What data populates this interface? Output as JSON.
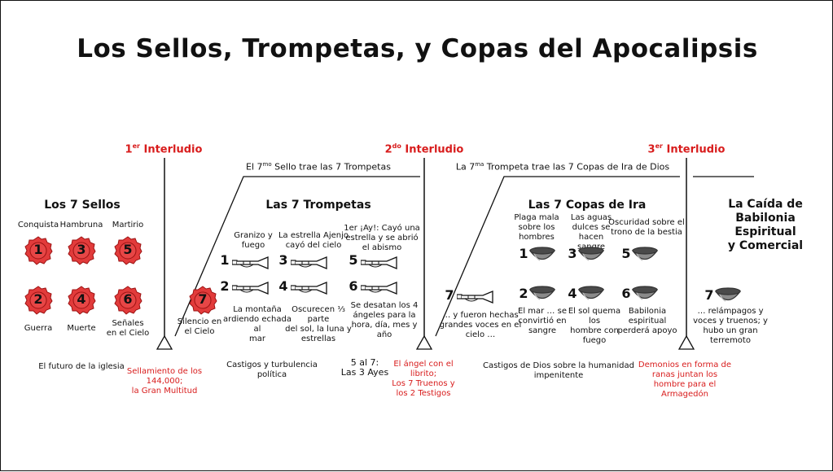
{
  "title": "Los Sellos, Trompetas, y Copas del Apocalipsis",
  "interludes": {
    "first": {
      "ord": "1",
      "sup": "er",
      "label": "Interludio"
    },
    "second": {
      "ord": "2",
      "sup": "do",
      "label": "Interludio"
    },
    "third": {
      "ord": "3",
      "sup": "er",
      "label": "Interludio"
    }
  },
  "seventh_seal_banner": {
    "pre": "El 7",
    "sup": "mo",
    "post": " Sello trae las 7 Trompetas"
  },
  "seventh_trumpet_banner": {
    "pre": "La 7",
    "sup": "ma",
    "post": " Trompeta trae las 7 Copas de Ira de Dios"
  },
  "seals": {
    "heading": "Los 7 Sellos",
    "items": [
      {
        "n": "1",
        "label": "Conquista"
      },
      {
        "n": "3",
        "label": "Hambruna"
      },
      {
        "n": "5",
        "label": "Martirio"
      },
      {
        "n": "2",
        "label": "Guerra"
      },
      {
        "n": "4",
        "label": "Muerte"
      },
      {
        "n": "6",
        "label": "Señales\nen el Cielo"
      },
      {
        "n": "7",
        "label": "Silencio en\nel Cielo"
      }
    ]
  },
  "trumpets": {
    "heading": "Las 7 Trompetas",
    "items": [
      {
        "n": "1",
        "label": "Granizo y\nfuego"
      },
      {
        "n": "3",
        "label": "La estrella Ajenjo\ncayó del cielo"
      },
      {
        "n": "5",
        "label": "1er ¡Ay!: Cayó una\nestrella y se abrió\nel abismo"
      },
      {
        "n": "2",
        "label": "La montaña\nardiendo echada al\nmar"
      },
      {
        "n": "4",
        "label": "Oscurecen ⅓ parte\ndel sol, la luna y\nestrellas"
      },
      {
        "n": "6",
        "label": "Se desatan los 4\nángeles para la\nhora, día, mes y\naño"
      },
      {
        "n": "7",
        "label": "… y fueron hechas\ngrandes voces en el\ncielo …"
      }
    ]
  },
  "bowls": {
    "heading": "Las 7 Copas de Ira",
    "items": [
      {
        "n": "1",
        "label": "Plaga mala\nsobre los\nhombres"
      },
      {
        "n": "3",
        "label": "Las aguas\ndulces se hacen\nsangre"
      },
      {
        "n": "5",
        "label": "Oscuridad sobre el\ntrono de la bestia"
      },
      {
        "n": "2",
        "label": "El mar … se\nconvirtió en\nsangre"
      },
      {
        "n": "4",
        "label": "El sol quema los\nhombre con\nfuego"
      },
      {
        "n": "6",
        "label": "Babilonia\nespiritual\nperderá apoyo"
      },
      {
        "n": "7",
        "label": "… relámpagos y\nvoces y truenos; y\nhubo un gran\nterremoto"
      }
    ]
  },
  "babylon_heading": "La Caída de Babilonia\nEspiritual\ny Comercial",
  "bottom": {
    "church_future": "El futuro de la iglesia",
    "sealing": "Sellamiento de los\n144,000;\nla Gran Multitud",
    "punishments_political": "Castigos y turbulencia\npolítica",
    "woes": "5 al 7:\nLas 3 Ayes",
    "angel_booklet": "El ángel con el\nlibrito;\nLos 7 Truenos y\nlos 2 Testigos",
    "punishments_god": "Castigos de Dios sobre la humanidad\nimpenitente",
    "demons": "Demonios en forma de\nranas juntan los\nhombre para el\nArmagedón"
  },
  "colors": {
    "accent_red": "#d81c1c",
    "seal_red": "#e23b3b",
    "seal_dark": "#9c1212",
    "bowl_gray": "#8a8a8a",
    "ink": "#111111"
  }
}
